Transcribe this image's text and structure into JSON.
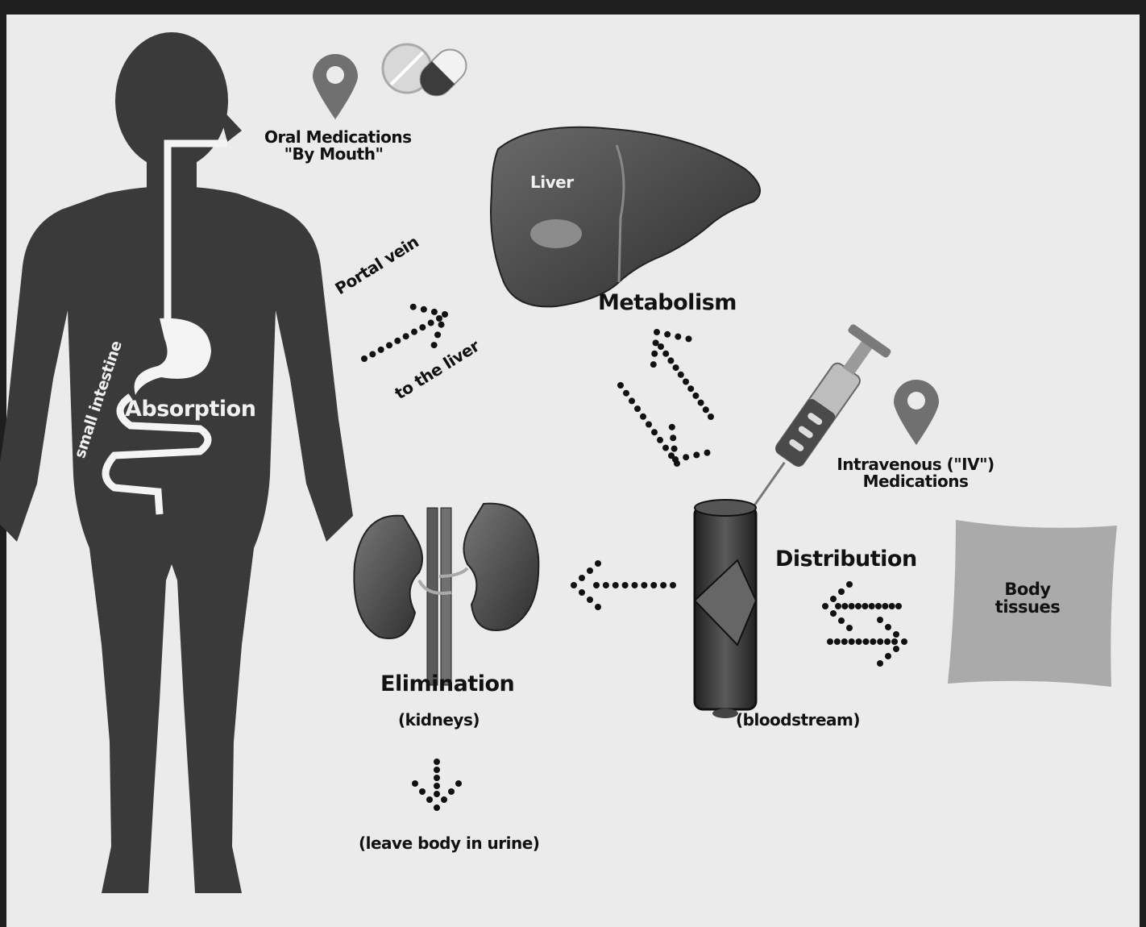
{
  "labels": {
    "oral_line1": "Oral Medications",
    "oral_line2": "\"By Mouth\"",
    "liver": "Liver",
    "metabolism": "Metabolism",
    "portal_vein": "Portal vein",
    "to_the_liver": "to the liver",
    "small_intestine": "small intestine",
    "absorption": "Absorption",
    "iv_line1": "Intravenous (\"IV\")",
    "iv_line2": "Medications",
    "distribution": "Distribution",
    "body_tissues_line1": "Body",
    "body_tissues_line2": "tissues",
    "elimination": "Elimination",
    "kidneys": "(kidneys)",
    "bloodstream": "(bloodstream)",
    "urine": "(leave body in urine)"
  },
  "colors": {
    "background": "#ebebeb",
    "frame": "#1e1e1e",
    "silhouette": "#3a3a3a",
    "text": "#111111",
    "tissue": "#aaaaaa",
    "organ": "#3f3f3f",
    "pin": "#707070"
  },
  "icons": [
    "location-pin-icon",
    "pill-capsule-icon",
    "syringe-icon"
  ]
}
